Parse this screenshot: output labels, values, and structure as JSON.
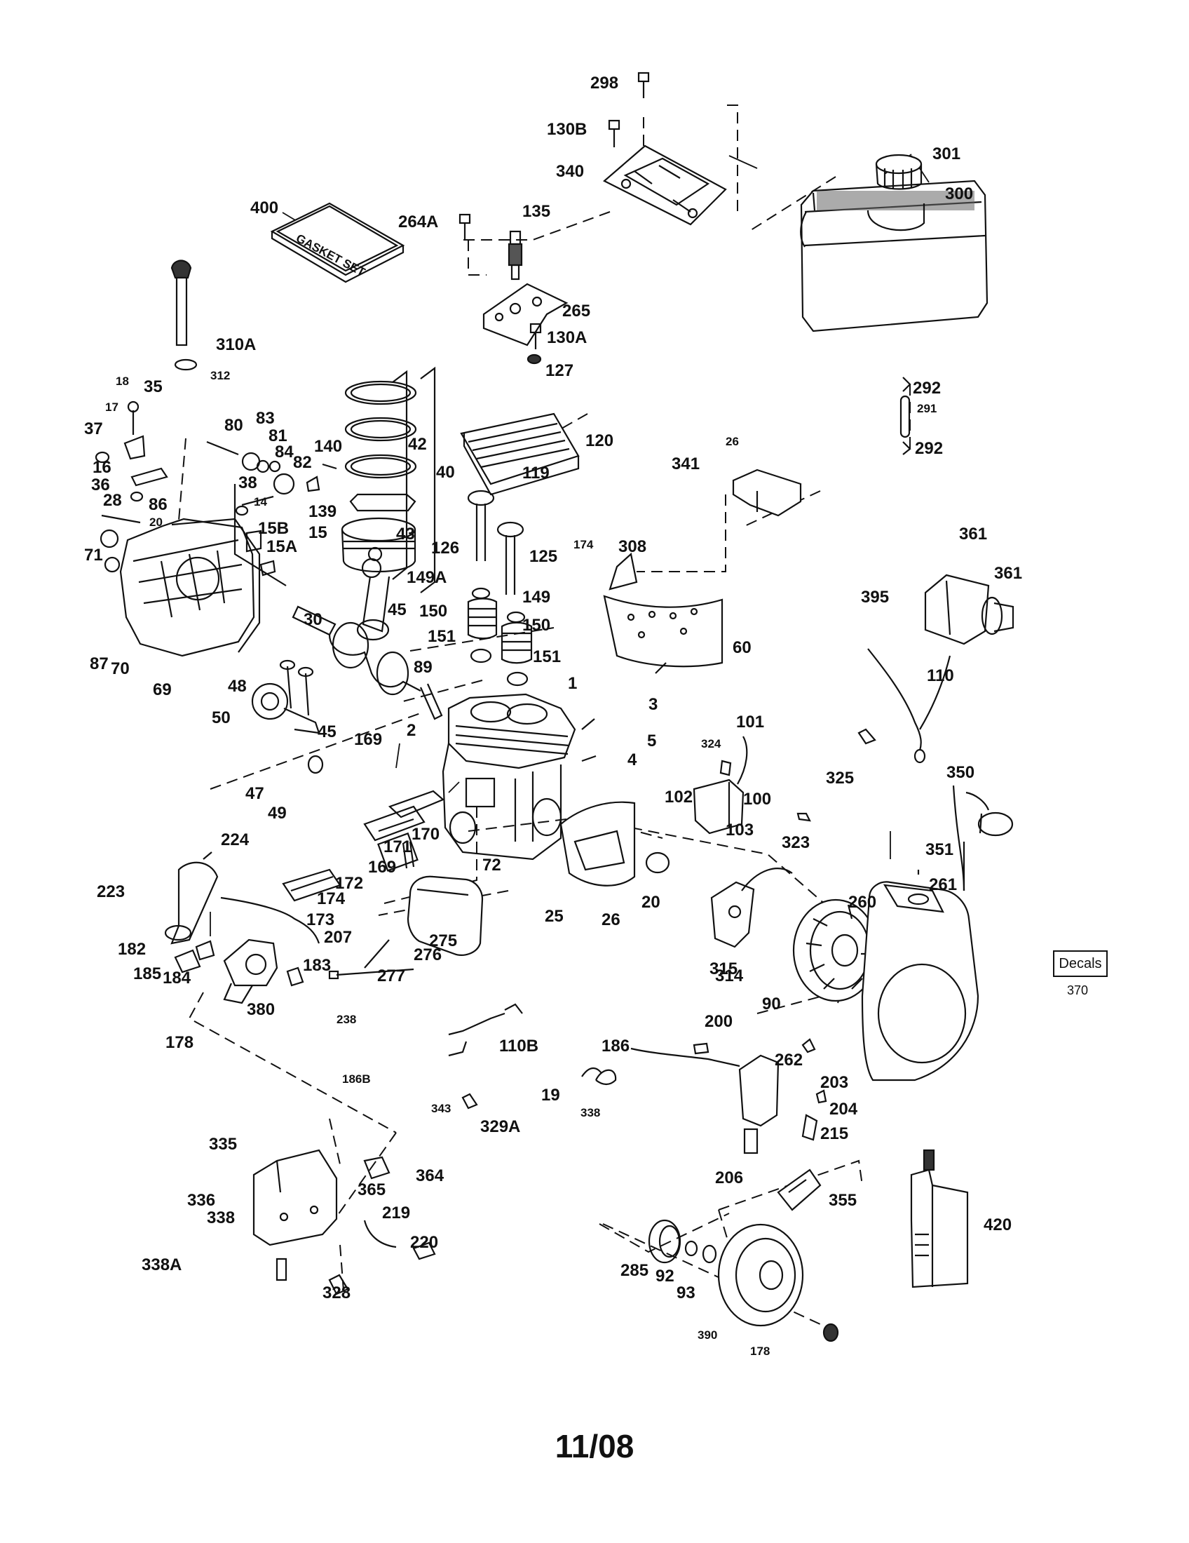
{
  "diagram": {
    "gasket_set_text": "GASKET SET",
    "decals_label": "Decals",
    "decals_number": "370",
    "footer_date": "11/08",
    "labels": [
      {
        "t": "298"
      },
      {
        "t": "130B"
      },
      {
        "t": "340"
      },
      {
        "t": "301"
      },
      {
        "t": "300"
      },
      {
        "t": "400"
      },
      {
        "t": "264A"
      },
      {
        "t": "135"
      },
      {
        "t": "265"
      },
      {
        "t": "130A"
      },
      {
        "t": "127"
      },
      {
        "t": "310A"
      },
      {
        "t": "312"
      },
      {
        "t": "292"
      },
      {
        "t": "291"
      },
      {
        "t": "292"
      },
      {
        "t": "18"
      },
      {
        "t": "35"
      },
      {
        "t": "17"
      },
      {
        "t": "37"
      },
      {
        "t": "16"
      },
      {
        "t": "36"
      },
      {
        "t": "28"
      },
      {
        "t": "86"
      },
      {
        "t": "20"
      },
      {
        "t": "71"
      },
      {
        "t": "87"
      },
      {
        "t": "70"
      },
      {
        "t": "69"
      },
      {
        "t": "80"
      },
      {
        "t": "83"
      },
      {
        "t": "81"
      },
      {
        "t": "84"
      },
      {
        "t": "82"
      },
      {
        "t": "38"
      },
      {
        "t": "14"
      },
      {
        "t": "15B"
      },
      {
        "t": "15A"
      },
      {
        "t": "15"
      },
      {
        "t": "139"
      },
      {
        "t": "140"
      },
      {
        "t": "42"
      },
      {
        "t": "40"
      },
      {
        "t": "43"
      },
      {
        "t": "120"
      },
      {
        "t": "119"
      },
      {
        "t": "26"
      },
      {
        "t": "341"
      },
      {
        "t": "126"
      },
      {
        "t": "125"
      },
      {
        "t": "174"
      },
      {
        "t": "308"
      },
      {
        "t": "149A"
      },
      {
        "t": "149"
      },
      {
        "t": "150"
      },
      {
        "t": "150"
      },
      {
        "t": "151"
      },
      {
        "t": "151"
      },
      {
        "t": "60"
      },
      {
        "t": "361"
      },
      {
        "t": "361"
      },
      {
        "t": "395"
      },
      {
        "t": "110"
      },
      {
        "t": "30"
      },
      {
        "t": "45"
      },
      {
        "t": "89"
      },
      {
        "t": "48"
      },
      {
        "t": "50"
      },
      {
        "t": "45"
      },
      {
        "t": "1"
      },
      {
        "t": "3"
      },
      {
        "t": "2"
      },
      {
        "t": "5"
      },
      {
        "t": "4"
      },
      {
        "t": "169"
      },
      {
        "t": "47"
      },
      {
        "t": "49"
      },
      {
        "t": "101"
      },
      {
        "t": "324"
      },
      {
        "t": "325"
      },
      {
        "t": "350"
      },
      {
        "t": "102"
      },
      {
        "t": "100"
      },
      {
        "t": "103"
      },
      {
        "t": "170"
      },
      {
        "t": "171"
      },
      {
        "t": "169"
      },
      {
        "t": "172"
      },
      {
        "t": "174"
      },
      {
        "t": "173"
      },
      {
        "t": "72"
      },
      {
        "t": "224"
      },
      {
        "t": "323"
      },
      {
        "t": "351"
      },
      {
        "t": "261"
      },
      {
        "t": "260"
      },
      {
        "t": "223"
      },
      {
        "t": "25"
      },
      {
        "t": "26"
      },
      {
        "t": "20"
      },
      {
        "t": "207"
      },
      {
        "t": "275"
      },
      {
        "t": "182"
      },
      {
        "t": "185"
      },
      {
        "t": "184"
      },
      {
        "t": "276"
      },
      {
        "t": "183"
      },
      {
        "t": "277"
      },
      {
        "t": "314"
      },
      {
        "t": "315"
      },
      {
        "t": "90"
      },
      {
        "t": "380"
      },
      {
        "t": "238"
      },
      {
        "t": "178"
      },
      {
        "t": "110B"
      },
      {
        "t": "200"
      },
      {
        "t": "186"
      },
      {
        "t": "262"
      },
      {
        "t": "203"
      },
      {
        "t": "19"
      },
      {
        "t": "204"
      },
      {
        "t": "338"
      },
      {
        "t": "215"
      },
      {
        "t": "186B"
      },
      {
        "t": "343"
      },
      {
        "t": "329A"
      },
      {
        "t": "335"
      },
      {
        "t": "364"
      },
      {
        "t": "365"
      },
      {
        "t": "206"
      },
      {
        "t": "336"
      },
      {
        "t": "219"
      },
      {
        "t": "355"
      },
      {
        "t": "338"
      },
      {
        "t": "220"
      },
      {
        "t": "420"
      },
      {
        "t": "338A"
      },
      {
        "t": "328"
      },
      {
        "t": "285"
      },
      {
        "t": "92"
      },
      {
        "t": "93"
      },
      {
        "t": "390"
      },
      {
        "t": "178"
      }
    ]
  }
}
